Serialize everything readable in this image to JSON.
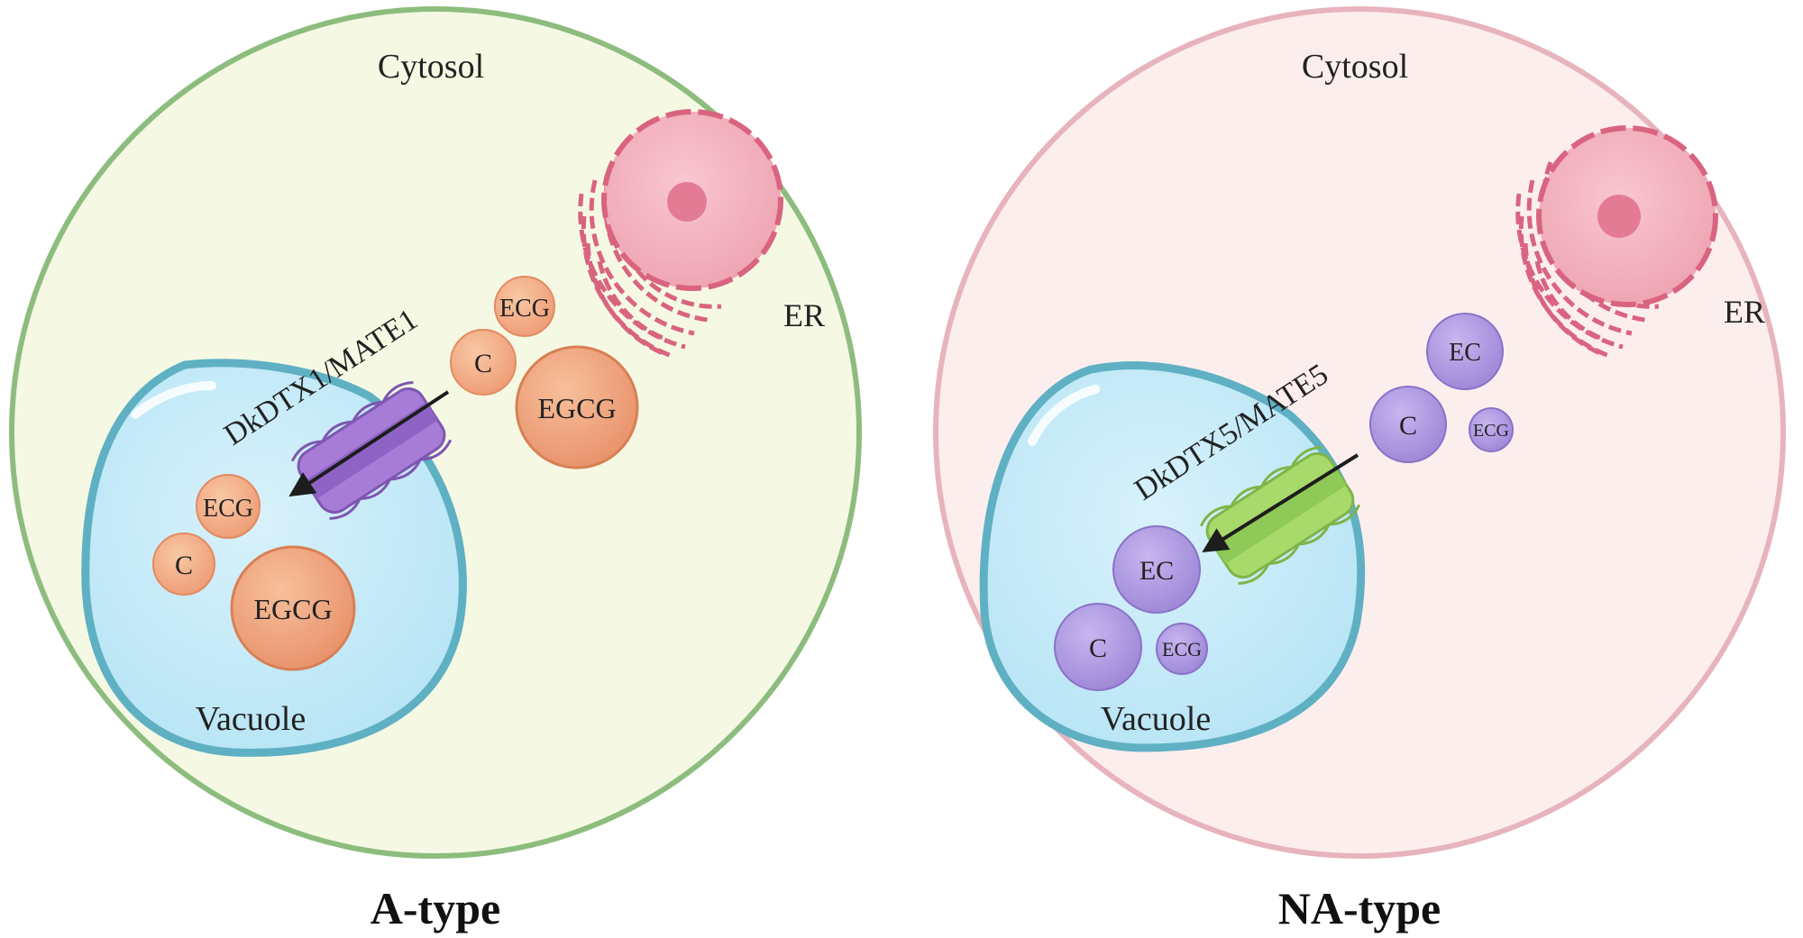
{
  "left_panel": {
    "compartment_label": "Cytosol",
    "organelle_label": "ER",
    "transporter_label": "DkDTX1/MATE1",
    "vacuole_label": "Vacuole",
    "panel_label": "A-type",
    "cytosol_molecules": [
      "ECG",
      "C",
      "EGCG"
    ],
    "vacuole_molecules": [
      "ECG",
      "C",
      "EGCG"
    ],
    "cell_fill": "#f5f9e4",
    "cell_border": "#8dbd7e",
    "molecule_color": "#f0a57a",
    "transporter_color": "#a77cd6"
  },
  "right_panel": {
    "compartment_label": "Cytosol",
    "organelle_label": "ER",
    "transporter_label": "DkDTX5/MATE5",
    "vacuole_label": "Vacuole",
    "panel_label": "NA-type",
    "cytosol_molecules": [
      "EC",
      "C",
      "ECG"
    ],
    "vacuole_molecules": [
      "EC",
      "C",
      "ECG"
    ],
    "cell_fill": "#fdeeee",
    "cell_border": "#e7b4bb",
    "molecule_color": "#a994dc",
    "transporter_color": "#a8d96b"
  }
}
